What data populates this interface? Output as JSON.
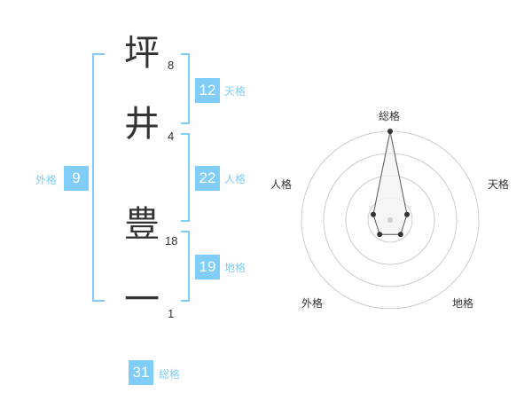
{
  "name": {
    "chars": [
      {
        "char": "坪",
        "strokes": "8"
      },
      {
        "char": "井",
        "strokes": "4"
      },
      {
        "char": "豊",
        "strokes": "18"
      },
      {
        "char": "一",
        "strokes": "1"
      }
    ]
  },
  "kaku": {
    "ten": {
      "value": "12",
      "label": "天格"
    },
    "jin": {
      "value": "22",
      "label": "人格"
    },
    "chi": {
      "value": "19",
      "label": "地格"
    },
    "gai": {
      "value": "9",
      "label": "外格"
    },
    "sou": {
      "value": "31",
      "label": "総格"
    }
  },
  "colors": {
    "accent": "#7fcdf8",
    "text": "#333333",
    "ring": "#cccccc",
    "polygon_fill": "#f2f2f2",
    "polygon_stroke": "#555555",
    "center_dot": "#cccccc"
  },
  "chart_data": {
    "type": "radar",
    "axes": [
      "総格",
      "天格",
      "地格",
      "外格",
      "人格"
    ],
    "values": [
      5,
      1,
      1,
      1,
      1
    ],
    "max": 5,
    "rings": 4
  }
}
